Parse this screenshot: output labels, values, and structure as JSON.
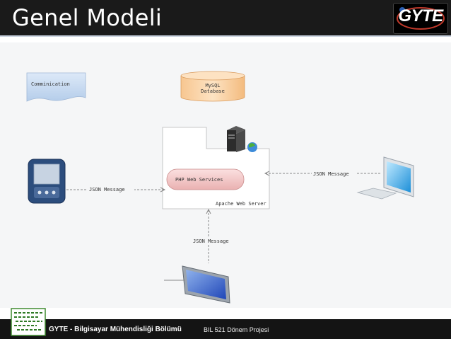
{
  "slide": {
    "title": "Genel Modeli",
    "logo_text": "GYTE"
  },
  "diagram": {
    "communication_label": "Comminication",
    "database_label_line1": "MySQL",
    "database_label_line2": "Database",
    "php_services_label": "PHP Web Services",
    "server_label": "Apache Web Server",
    "json_left": "JSON Message",
    "json_right": "JSON Message",
    "json_bottom": "JSON Message"
  },
  "footer": {
    "organization": "GYTE - Bilgisayar Mühendisliği Bölümü",
    "project": "BIL 521 Dönem Projesi"
  },
  "colors": {
    "header_bg": "#1a1a1a",
    "communication_fill": "#c8dcf4",
    "database_fill": "#fcd9b0",
    "php_fill": "#f4c6c6"
  }
}
